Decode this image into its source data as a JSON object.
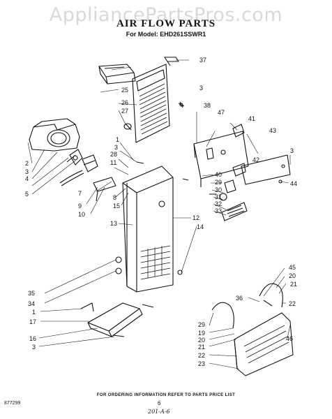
{
  "watermark": "AppliancePartsPros.com",
  "title": "AIR FLOW PARTS",
  "model_line": "For Model: EHD261SSWR1",
  "footer_note": "FOR ORDERING INFORMATION REFER TO PARTS PRICE LIST",
  "doc_number": "877299",
  "page_number": "6",
  "handwritten": "201-A-6",
  "callouts": [
    "37",
    "25",
    "26",
    "27",
    "3",
    "38",
    "47",
    "41",
    "43",
    "1",
    "3",
    "28",
    "11",
    "3",
    "42",
    "2",
    "3",
    "4",
    "5",
    "7",
    "9",
    "10",
    "8",
    "15",
    "40",
    "29",
    "30",
    "31",
    "32",
    "33",
    "44",
    "13",
    "12",
    "14",
    "35",
    "34",
    "1",
    "17",
    "16",
    "3",
    "45",
    "20",
    "21",
    "22",
    "36",
    "29",
    "19",
    "20",
    "21",
    "22",
    "23",
    "46"
  ]
}
